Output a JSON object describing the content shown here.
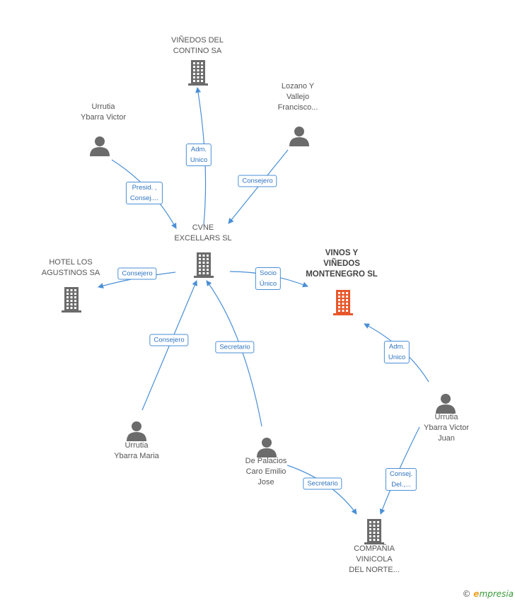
{
  "colors": {
    "node_icon": "#6b6b6b",
    "focus_icon": "#e8562a",
    "edge": "#4a8fd6",
    "edge_label_text": "#2f73c0"
  },
  "nodes": [
    {
      "id": "vinedos-contino",
      "type": "company",
      "label": "VIÑEDOS DEL\nCONTINO SA"
    },
    {
      "id": "lozano-vallejo",
      "type": "person",
      "label": "Lozano Y\nVallejo\nFrancisco..."
    },
    {
      "id": "urrutia-ybarra-victor",
      "type": "person",
      "label": "Urrutia\nYbarra Victor"
    },
    {
      "id": "cvne",
      "type": "company",
      "label": "CVNE\nEXCELLARS SL"
    },
    {
      "id": "hotel-agustinos",
      "type": "company",
      "label": "HOTEL LOS\nAGUSTINOS SA"
    },
    {
      "id": "vinos-montenegro",
      "type": "company",
      "focus": true,
      "label": "VINOS Y\nVIÑEDOS\nMONTENEGRO SL"
    },
    {
      "id": "urrutia-ybarra-victor-juan",
      "type": "person",
      "label": "Urrutia\nYbarra Victor\nJuan"
    },
    {
      "id": "urrutia-ybarra-maria",
      "type": "person",
      "label": "Urrutia\nYbarra Maria"
    },
    {
      "id": "de-palacios",
      "type": "person",
      "label": "De Palacios\nCaro Emilio\nJose"
    },
    {
      "id": "compania-vinicola",
      "type": "company",
      "label": "COMPAÑIA\nVINICOLA\nDEL NORTE..."
    }
  ],
  "edges": [
    {
      "from": "cvne",
      "to": "vinedos-contino",
      "label": "Adm.\nUnico"
    },
    {
      "from": "urrutia-ybarra-victor",
      "to": "cvne",
      "label": "Presid. ,\nConsej...."
    },
    {
      "from": "lozano-vallejo",
      "to": "cvne",
      "label": "Consejero"
    },
    {
      "from": "cvne",
      "to": "hotel-agustinos",
      "label": "Consejero"
    },
    {
      "from": "cvne",
      "to": "vinos-montenegro",
      "label": "Socio\nÚnico"
    },
    {
      "from": "urrutia-ybarra-victor-juan",
      "to": "vinos-montenegro",
      "label": "Adm.\nUnico"
    },
    {
      "from": "urrutia-ybarra-maria",
      "to": "cvne",
      "label": "Consejero"
    },
    {
      "from": "de-palacios",
      "to": "cvne",
      "label": "Secretario"
    },
    {
      "from": "de-palacios",
      "to": "compania-vinicola",
      "label": "Secretario"
    },
    {
      "from": "urrutia-ybarra-victor-juan",
      "to": "compania-vinicola",
      "label": "Consej.\nDel.,..."
    }
  ],
  "watermark": {
    "copyright": "©",
    "brand_initial": "e",
    "brand_rest": "mpresia"
  }
}
